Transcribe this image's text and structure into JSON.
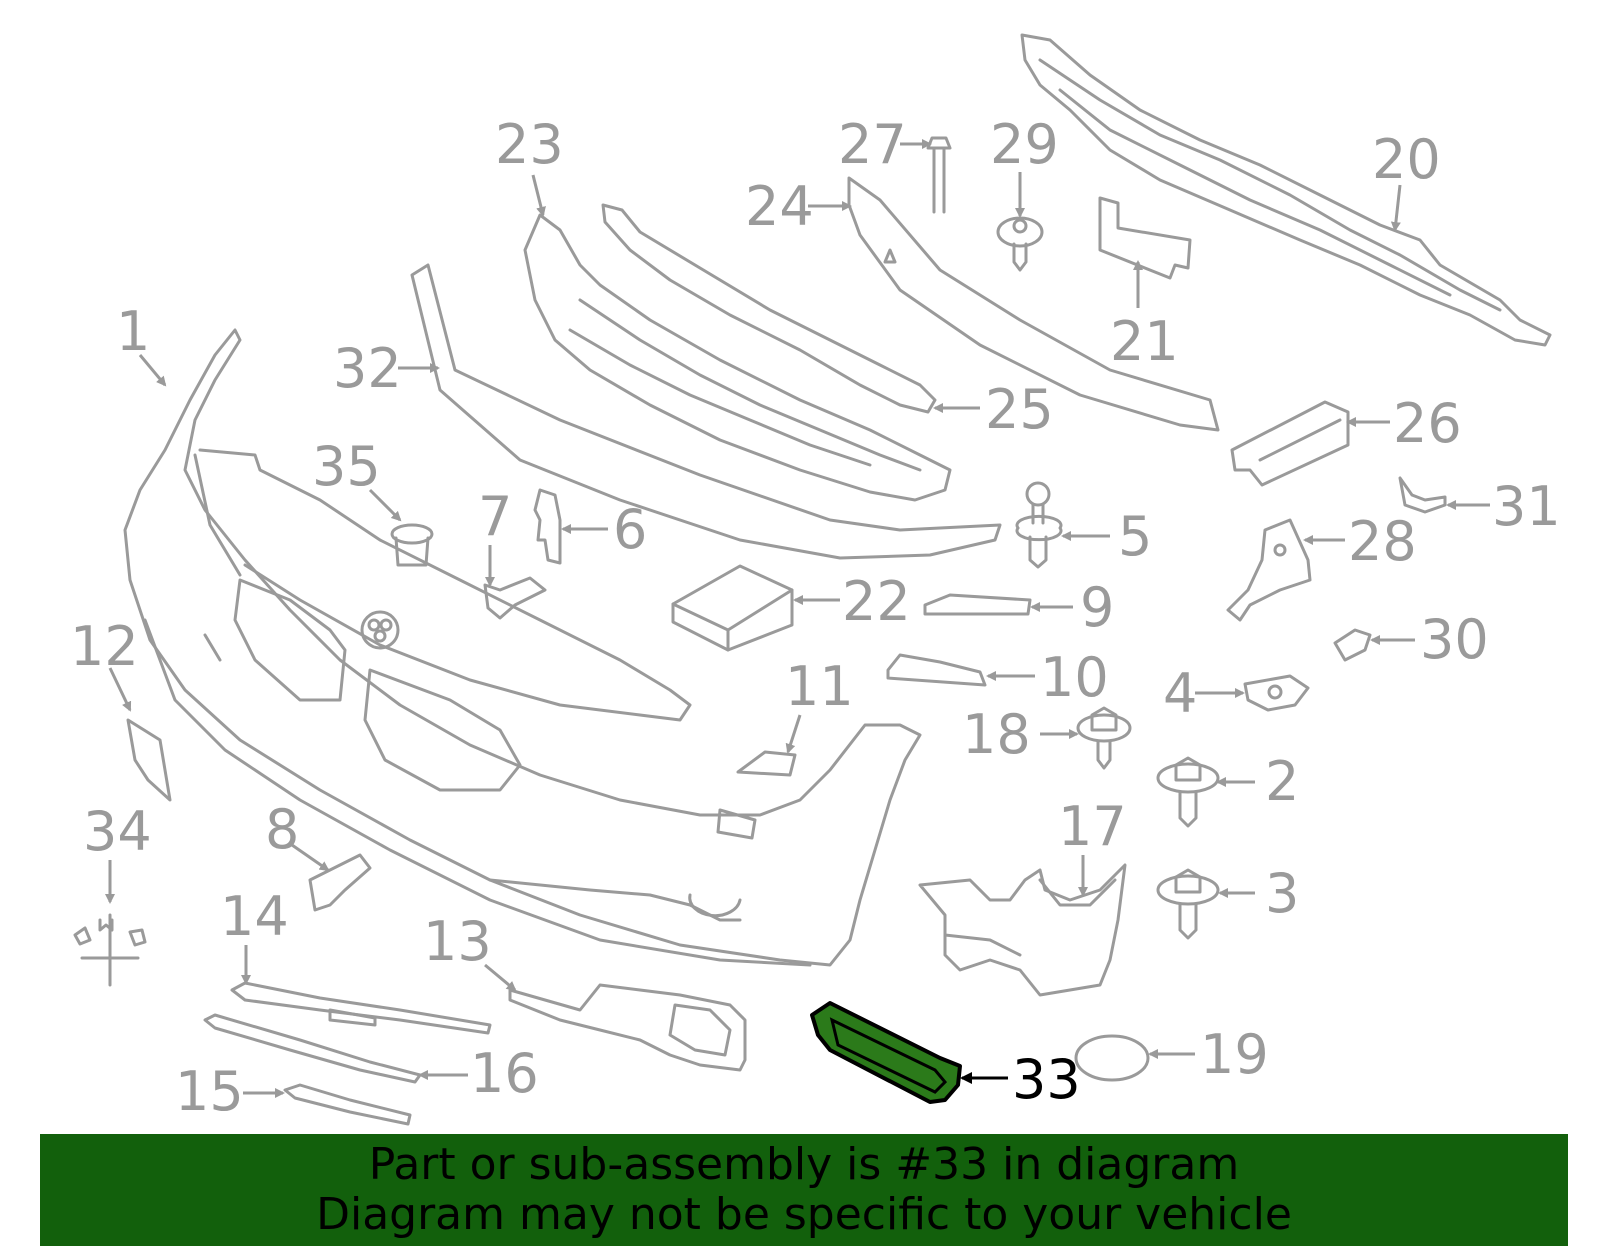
{
  "diagram": {
    "highlighted_part": "33",
    "callouts": [
      {
        "id": "1",
        "label": "1"
      },
      {
        "id": "2",
        "label": "2"
      },
      {
        "id": "3",
        "label": "3"
      },
      {
        "id": "4",
        "label": "4"
      },
      {
        "id": "5",
        "label": "5"
      },
      {
        "id": "6",
        "label": "6"
      },
      {
        "id": "7",
        "label": "7"
      },
      {
        "id": "8",
        "label": "8"
      },
      {
        "id": "9",
        "label": "9"
      },
      {
        "id": "10",
        "label": "10"
      },
      {
        "id": "11",
        "label": "11"
      },
      {
        "id": "12",
        "label": "12"
      },
      {
        "id": "13",
        "label": "13"
      },
      {
        "id": "14",
        "label": "14"
      },
      {
        "id": "15",
        "label": "15"
      },
      {
        "id": "16",
        "label": "16"
      },
      {
        "id": "17",
        "label": "17"
      },
      {
        "id": "18",
        "label": "18"
      },
      {
        "id": "19",
        "label": "19"
      },
      {
        "id": "20",
        "label": "20"
      },
      {
        "id": "21",
        "label": "21"
      },
      {
        "id": "22",
        "label": "22"
      },
      {
        "id": "23",
        "label": "23"
      },
      {
        "id": "24",
        "label": "24"
      },
      {
        "id": "25",
        "label": "25"
      },
      {
        "id": "26",
        "label": "26"
      },
      {
        "id": "27",
        "label": "27"
      },
      {
        "id": "28",
        "label": "28"
      },
      {
        "id": "29",
        "label": "29"
      },
      {
        "id": "30",
        "label": "30"
      },
      {
        "id": "31",
        "label": "31"
      },
      {
        "id": "32",
        "label": "32"
      },
      {
        "id": "33",
        "label": "33"
      },
      {
        "id": "34",
        "label": "34"
      },
      {
        "id": "35",
        "label": "35"
      }
    ],
    "colors": {
      "part_stroke": "#9a9a9a",
      "highlight_fill": "#2b7a1a",
      "banner_bg": "#12600c"
    }
  },
  "banner": {
    "line1": "Part or sub-assembly is #33 in diagram",
    "line2": "Diagram may not be specific to your vehicle"
  }
}
